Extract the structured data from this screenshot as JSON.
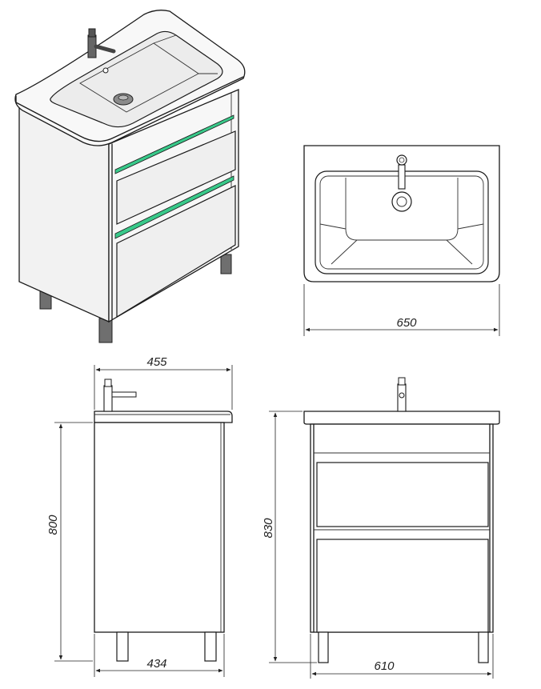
{
  "dimensions": {
    "basin_width": "650",
    "top_depth": "455",
    "body_depth": "434",
    "body_height": "800",
    "total_height": "830",
    "body_width": "610"
  },
  "colors": {
    "accent_led": "#39c98a",
    "outline": "#1a1a1a",
    "panel": "#f1f1f1",
    "leg": "#6b6b6b"
  }
}
